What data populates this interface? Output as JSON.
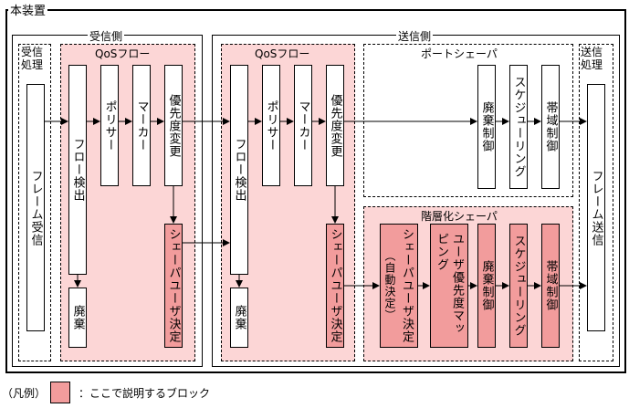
{
  "device_label": "本装置",
  "receive": {
    "title": "受信側",
    "process_label": "受信\n処理",
    "frame_receive": "フレーム受信",
    "qos_flow": "QoSフロー",
    "flow_detect": "フロー検出",
    "policer": "ポリサー",
    "marker": "マーカー",
    "priority_change": "優先度変更",
    "shaper_user_decide": "シェーパユーザ決定",
    "discard": "廃棄"
  },
  "send": {
    "title": "送信側",
    "process_label": "送信\n処理",
    "frame_send": "フレーム送信",
    "qos_flow": "QoSフロー",
    "flow_detect": "フロー検出",
    "policer": "ポリサー",
    "marker": "マーカー",
    "priority_change": "優先度変更",
    "shaper_user_decide": "シェーパユーザ決定",
    "discard": "廃棄",
    "port_shaper": {
      "title": "ポートシェーパ",
      "discard_control": "廃棄制御",
      "scheduling": "スケジューリング",
      "bandwidth_control": "帯域制御"
    },
    "hier_shaper": {
      "title": "階層化シェーパ",
      "shaper_user_decide_auto": "シェーパユーザ決定",
      "auto_decide": "（自動決定）",
      "user_priority_mapping": "ユーザ優先度マッピング",
      "discard_control": "廃棄制御",
      "scheduling": "スケジューリング",
      "bandwidth_control": "帯域制御"
    }
  },
  "legend": {
    "prefix": "（凡例）",
    "text": "：ここで説明するブロック"
  },
  "colors": {
    "highlight": "#f29c9c",
    "region": "#fcd6d6"
  }
}
